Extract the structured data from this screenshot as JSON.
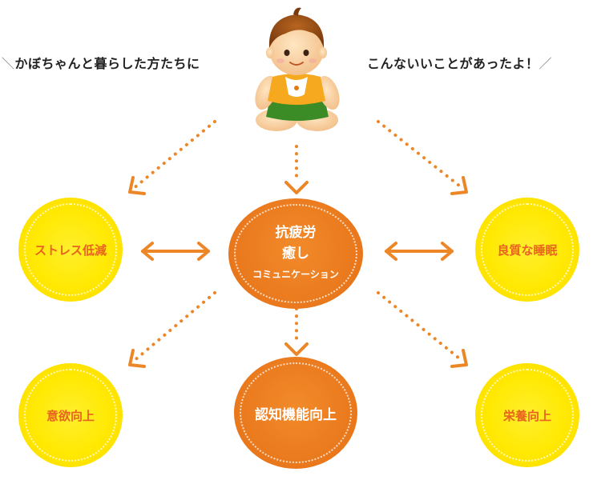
{
  "headline": {
    "left_slash": "＼",
    "left_text": "かぼちゃんと暮らした方たちに",
    "right_text": "こんないいことがあったよ！",
    "right_slash": "／"
  },
  "center": {
    "line1": "抗疲労",
    "line2": "癒し",
    "line3": "コミュニケーション"
  },
  "bottom": {
    "label": "認知機能向上"
  },
  "left_top": {
    "label": "ストレス低減"
  },
  "right_top": {
    "label": "良質な睡眠"
  },
  "left_bottom": {
    "label": "意欲向上"
  },
  "right_bottom": {
    "label": "栄養向上"
  },
  "colors": {
    "orange": "#e9781c",
    "yellow": "#ffe800",
    "label_orange": "#e8631f"
  }
}
